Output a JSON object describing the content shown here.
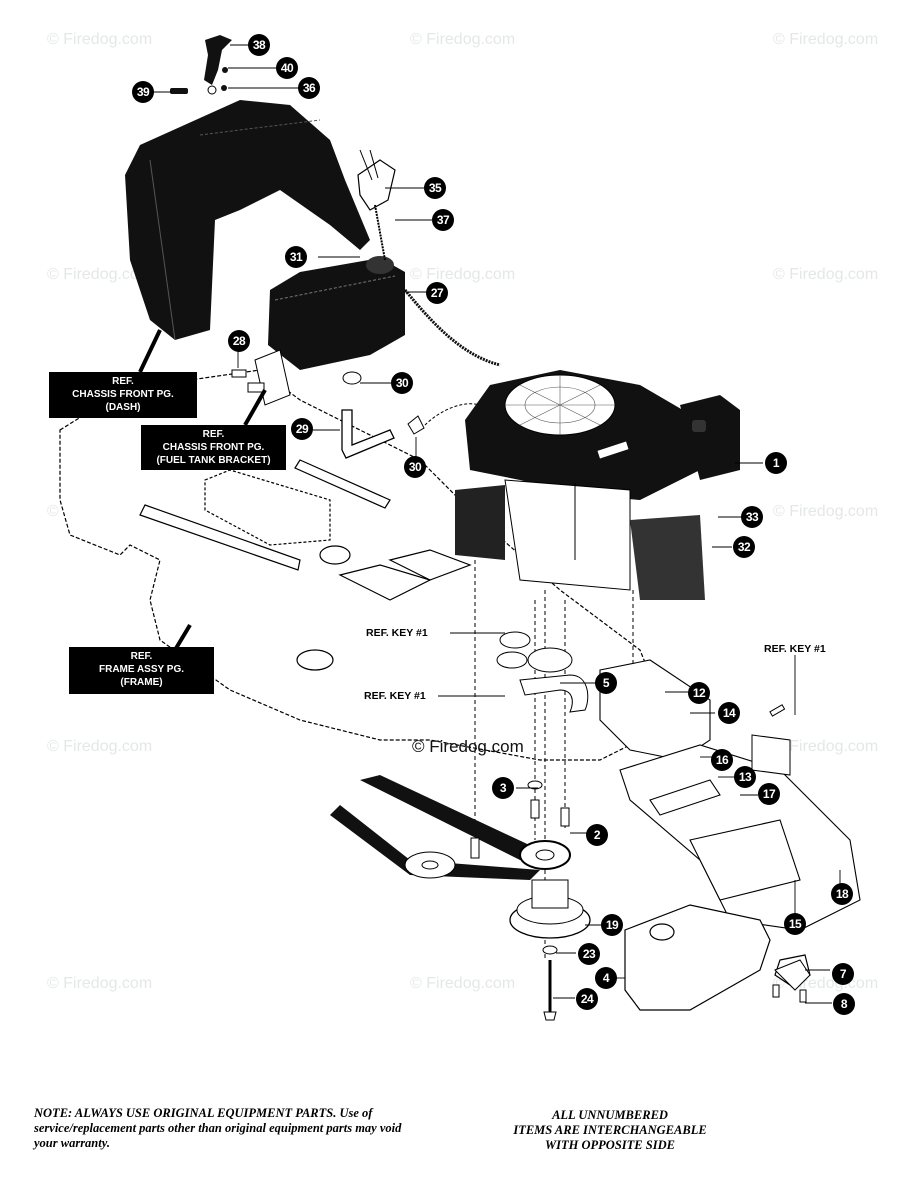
{
  "watermark": "© Firedog.com",
  "center_watermark": "© Firedog.com",
  "callouts": [
    "1",
    "2",
    "3",
    "4",
    "5",
    "7",
    "8",
    "12",
    "13",
    "14",
    "15",
    "16",
    "17",
    "18",
    "19",
    "23",
    "24",
    "27",
    "28",
    "29",
    "30",
    "30",
    "31",
    "32",
    "33",
    "35",
    "36",
    "37",
    "38",
    "39",
    "40"
  ],
  "callout_map": {
    "c1": "1",
    "c2": "2",
    "c3": "3",
    "c4": "4",
    "c5": "5",
    "c7": "7",
    "c8": "8",
    "c12": "12",
    "c13": "13",
    "c14": "14",
    "c15": "15",
    "c16": "16",
    "c17": "17",
    "c18": "18",
    "c19": "19",
    "c23": "23",
    "c24": "24",
    "c27": "27",
    "c28": "28",
    "c29": "29",
    "c30a": "30",
    "c30b": "30",
    "c31": "31",
    "c32": "32",
    "c33": "33",
    "c35": "35",
    "c36": "36",
    "c37": "37",
    "c38": "38",
    "c39": "39",
    "c40": "40"
  },
  "ref_boxes": {
    "dash": {
      "line1": "REF.",
      "line2": "CHASSIS FRONT PG.",
      "line3": "(DASH)"
    },
    "fuel_tank_bracket": {
      "line1": "REF.",
      "line2": "CHASSIS FRONT PG.",
      "line3": "(FUEL TANK BRACKET)"
    },
    "frame": {
      "line1": "REF.",
      "line2": "FRAME ASSY PG.",
      "line3": "(FRAME)"
    }
  },
  "ref_keys": {
    "a": "REF. KEY #1",
    "b": "REF. KEY #1",
    "c": "REF. KEY #1"
  },
  "notes": {
    "left": "NOTE: ALWAYS USE ORIGINAL EQUIPMENT PARTS. Use of service/replacement parts other than original equipment parts may void your warranty.",
    "right_line1": "ALL UNNUMBERED",
    "right_line2": "ITEMS ARE INTERCHANGEABLE",
    "right_line3": "WITH OPPOSITE SIDE"
  }
}
